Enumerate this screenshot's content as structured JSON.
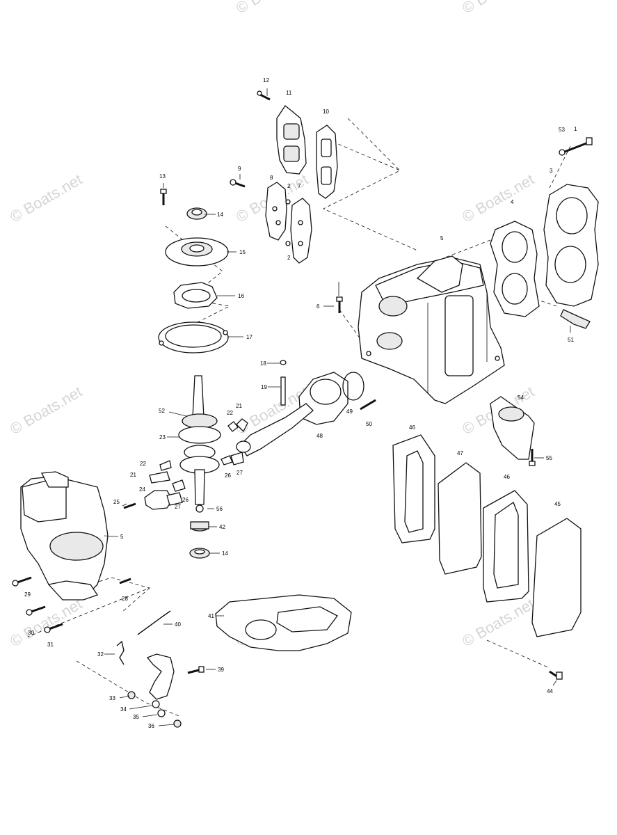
{
  "watermark": "© Boats.net",
  "callouts": [
    {
      "id": "c1",
      "text": "1"
    },
    {
      "id": "c53",
      "text": "53"
    },
    {
      "id": "c3",
      "text": "3"
    },
    {
      "id": "c4",
      "text": "4"
    },
    {
      "id": "c5a",
      "text": "5"
    },
    {
      "id": "c51",
      "text": "51"
    },
    {
      "id": "c12",
      "text": "12"
    },
    {
      "id": "c11",
      "text": "11"
    },
    {
      "id": "c10",
      "text": "10"
    },
    {
      "id": "c9",
      "text": "9"
    },
    {
      "id": "c8",
      "text": "8"
    },
    {
      "id": "c7",
      "text": "7"
    },
    {
      "id": "c2a",
      "text": "2"
    },
    {
      "id": "c2b",
      "text": "2"
    },
    {
      "id": "c13",
      "text": "13"
    },
    {
      "id": "c14a",
      "text": "14"
    },
    {
      "id": "c15",
      "text": "15"
    },
    {
      "id": "c16",
      "text": "16"
    },
    {
      "id": "c17",
      "text": "17"
    },
    {
      "id": "c6",
      "text": "6"
    },
    {
      "id": "c18",
      "text": "18"
    },
    {
      "id": "c19",
      "text": "19"
    },
    {
      "id": "c52",
      "text": "52"
    },
    {
      "id": "c22a",
      "text": "22"
    },
    {
      "id": "c21a",
      "text": "21"
    },
    {
      "id": "c49",
      "text": "49"
    },
    {
      "id": "c50",
      "text": "50"
    },
    {
      "id": "c48",
      "text": "48"
    },
    {
      "id": "c23",
      "text": "23"
    },
    {
      "id": "c22b",
      "text": "22"
    },
    {
      "id": "c21b",
      "text": "21"
    },
    {
      "id": "c26a",
      "text": "26"
    },
    {
      "id": "c27a",
      "text": "27"
    },
    {
      "id": "c24",
      "text": "24"
    },
    {
      "id": "c26b",
      "text": "26"
    },
    {
      "id": "c27b",
      "text": "27"
    },
    {
      "id": "c25",
      "text": "25"
    },
    {
      "id": "c56",
      "text": "56"
    },
    {
      "id": "c42",
      "text": "42"
    },
    {
      "id": "c14b",
      "text": "14"
    },
    {
      "id": "c5b",
      "text": "5"
    },
    {
      "id": "c54",
      "text": "54"
    },
    {
      "id": "c55",
      "text": "55"
    },
    {
      "id": "c46a",
      "text": "46"
    },
    {
      "id": "c47",
      "text": "47"
    },
    {
      "id": "c46b",
      "text": "46"
    },
    {
      "id": "c45",
      "text": "45"
    },
    {
      "id": "c29",
      "text": "29"
    },
    {
      "id": "c28",
      "text": "28"
    },
    {
      "id": "c30",
      "text": "30"
    },
    {
      "id": "c31",
      "text": "31"
    },
    {
      "id": "c40",
      "text": "40"
    },
    {
      "id": "c41",
      "text": "41"
    },
    {
      "id": "c32",
      "text": "32"
    },
    {
      "id": "c39",
      "text": "39"
    },
    {
      "id": "c33",
      "text": "33"
    },
    {
      "id": "c34",
      "text": "34"
    },
    {
      "id": "c35",
      "text": "35"
    },
    {
      "id": "c36",
      "text": "36"
    },
    {
      "id": "c44",
      "text": "44"
    }
  ]
}
